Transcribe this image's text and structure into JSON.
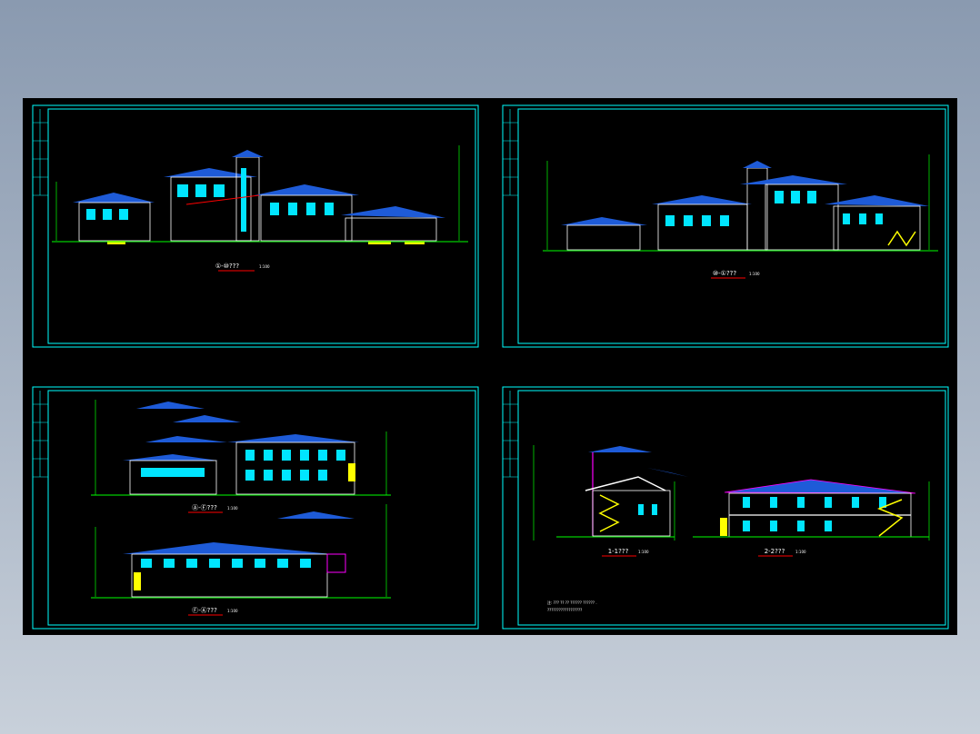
{
  "sheets": [
    {
      "caption": "①-⑩???",
      "scale": "1:100"
    },
    {
      "caption": "⑩-①???",
      "scale": "1:100"
    },
    {
      "caption": "Ⓐ-Ⓕ???",
      "scale": "1:100",
      "caption2": "Ⓕ-Ⓐ???",
      "scale2": "1:100"
    },
    {
      "caption": "1-1???",
      "scale": "1:100",
      "caption2": "2-2???",
      "scale2": "1:100"
    }
  ],
  "notes": [
    "注: ??? ?? ?? ?????? ?????? .",
    "??????????????????"
  ],
  "colors": {
    "background": "#000000",
    "frame": "#00ffff",
    "roof": "#1e5bd8",
    "wall": "#ffffff",
    "window": "#00e5ff",
    "accent": "#ffff00",
    "magenta": "#ff00ff",
    "ground": "#00ff00",
    "red": "#ff0000"
  }
}
